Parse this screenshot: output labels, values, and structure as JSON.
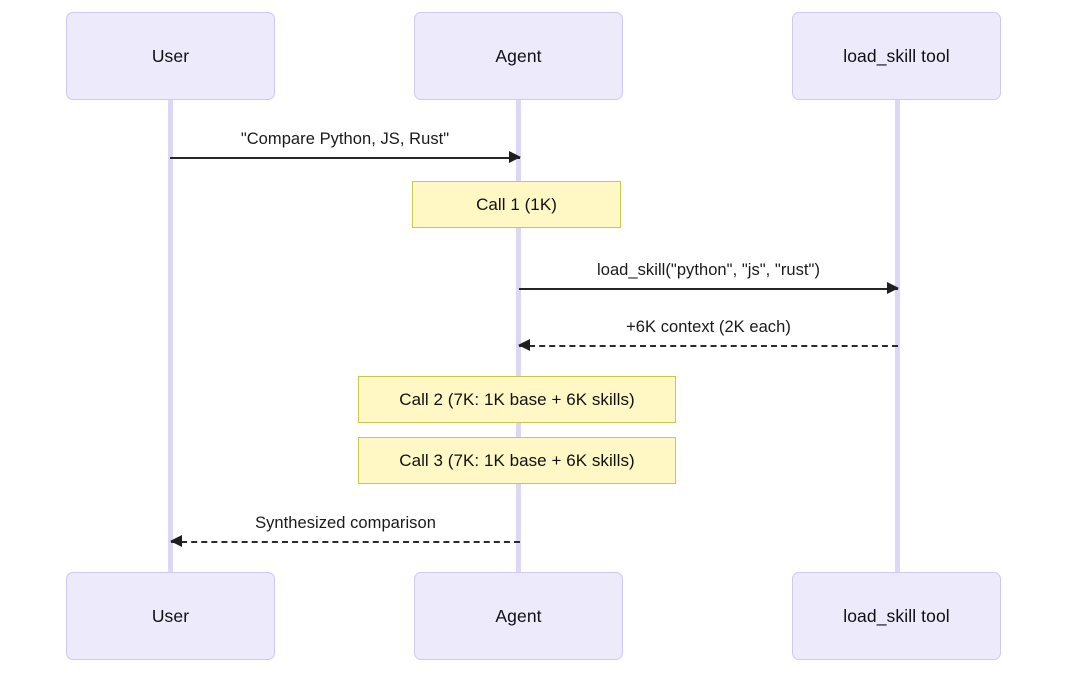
{
  "diagram": {
    "type": "sequence-diagram",
    "background_color": "#ffffff",
    "participant_fill": "#ECEAFB",
    "participant_border": "#CFC8F2",
    "lifeline_color": "#DCD6F7",
    "note_fill": "#FFF8C5",
    "note_border": "#C9C84C",
    "arrow_color": "#262626"
  },
  "participants": [
    {
      "id": "user",
      "label": "User"
    },
    {
      "id": "agent",
      "label": "Agent"
    },
    {
      "id": "tool",
      "label": "load_skill tool"
    }
  ],
  "participants_footer": [
    {
      "id": "user_footer",
      "label": "User"
    },
    {
      "id": "agent_footer",
      "label": "Agent"
    },
    {
      "id": "tool_footer",
      "label": "load_skill tool"
    }
  ],
  "messages": [
    {
      "id": "m1",
      "label": "\"Compare Python, JS, Rust\"",
      "from": "user",
      "to": "agent",
      "style": "solid",
      "direction": "right"
    },
    {
      "id": "m2",
      "label": "load_skill(\"python\", \"js\", \"rust\")",
      "from": "agent",
      "to": "tool",
      "style": "solid",
      "direction": "right"
    },
    {
      "id": "m3",
      "label": "+6K context (2K each)",
      "from": "tool",
      "to": "agent",
      "style": "dashed",
      "direction": "left"
    },
    {
      "id": "m4",
      "label": "Synthesized comparison",
      "from": "agent",
      "to": "user",
      "style": "dashed",
      "direction": "left"
    }
  ],
  "notes": [
    {
      "id": "n1",
      "label": "Call 1 (1K)",
      "over": "agent"
    },
    {
      "id": "n2",
      "label": "Call 2 (7K: 1K base + 6K skills)",
      "over": "agent"
    },
    {
      "id": "n3",
      "label": "Call 3 (7K: 1K base + 6K skills)",
      "over": "agent"
    }
  ]
}
